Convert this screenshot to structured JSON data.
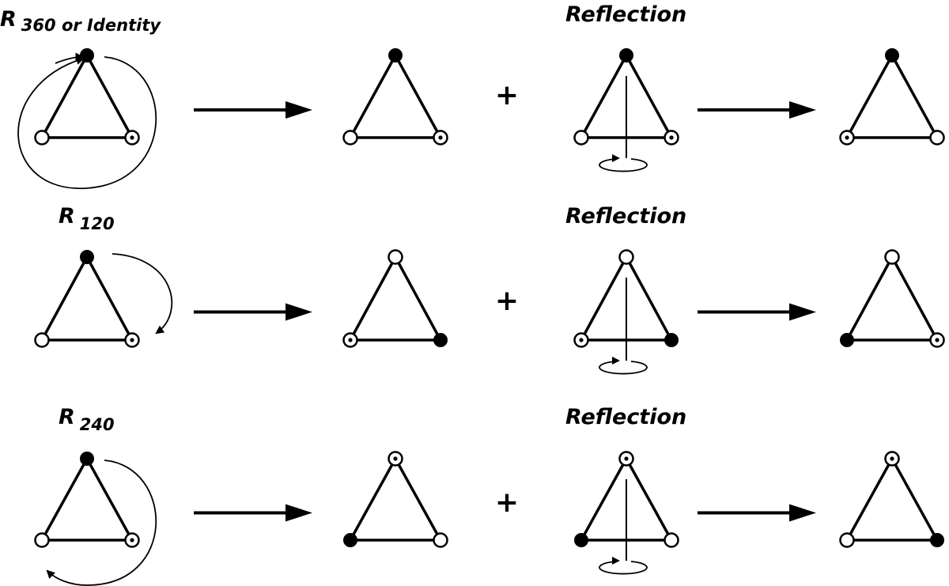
{
  "colors": {
    "ink": "#000000",
    "paper": "#ffffff"
  },
  "rows": [
    {
      "rotation": {
        "letter": "R",
        "subscript": "360 or Identity",
        "sweep": "full-circle"
      },
      "rotated_vertices": {
        "top": "filled",
        "left": "open",
        "right": "dot"
      },
      "operator": "+",
      "reflection_label": "Reflection",
      "reflection_input": {
        "top": "filled",
        "left": "open",
        "right": "dot"
      },
      "reflection_output": {
        "top": "filled",
        "left": "dot",
        "right": "open"
      }
    },
    {
      "rotation": {
        "letter": "R",
        "subscript": "120",
        "sweep": "top-to-right"
      },
      "rotated_vertices": {
        "top": "open",
        "left": "dot",
        "right": "filled"
      },
      "operator": "+",
      "reflection_label": "Reflection",
      "reflection_input": {
        "top": "open",
        "left": "dot",
        "right": "filled"
      },
      "reflection_output": {
        "top": "open",
        "left": "filled",
        "right": "dot"
      }
    },
    {
      "rotation": {
        "letter": "R",
        "subscript": "240",
        "sweep": "top-to-left"
      },
      "rotated_vertices": {
        "top": "dot",
        "left": "filled",
        "right": "open"
      },
      "operator": "+",
      "reflection_label": "Reflection",
      "reflection_input": {
        "top": "dot",
        "left": "filled",
        "right": "open"
      },
      "reflection_output": {
        "top": "dot",
        "left": "open",
        "right": "filled"
      }
    }
  ],
  "start_vertices": {
    "top": "filled",
    "left": "open",
    "right": "dot"
  }
}
